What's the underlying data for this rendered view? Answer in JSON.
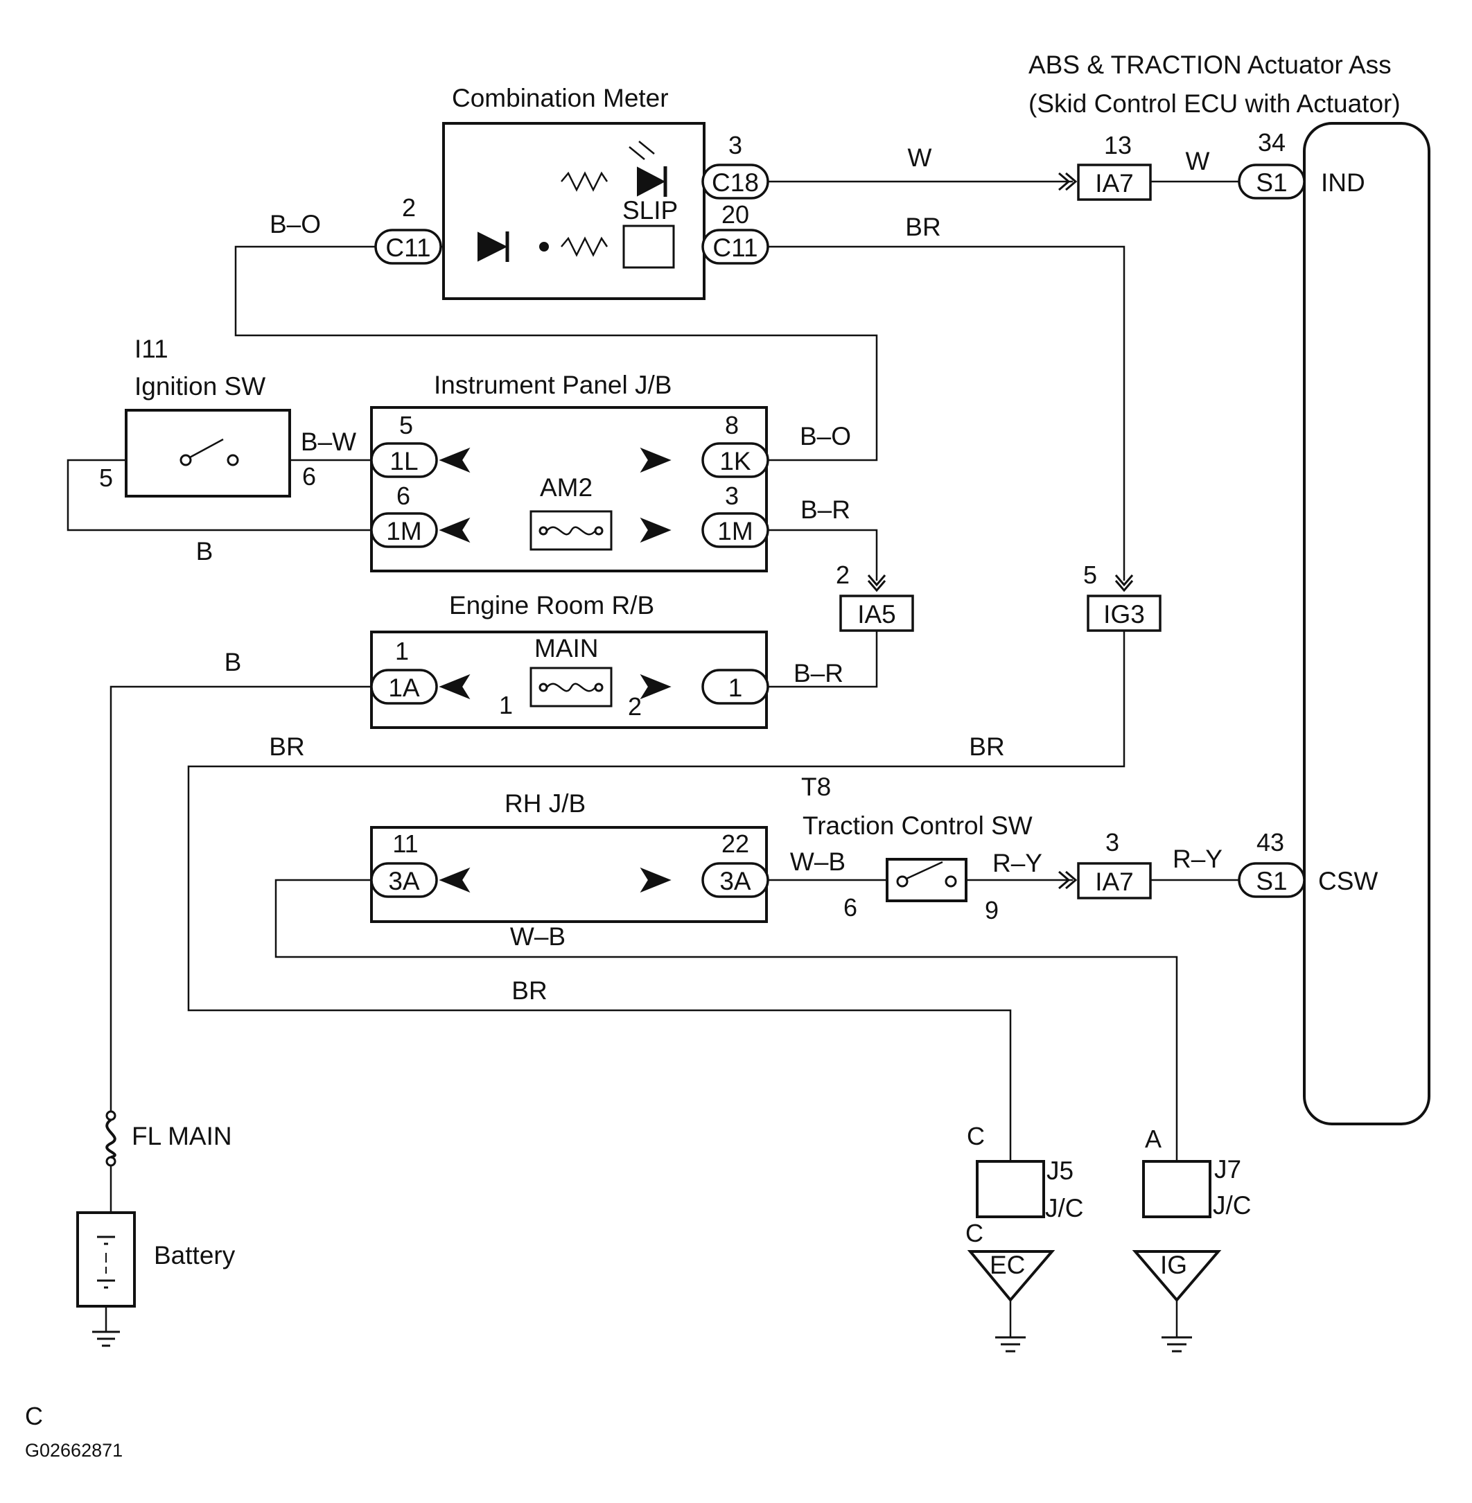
{
  "components": {
    "actuator_line1": "ABS & TRACTION Actuator Ass",
    "actuator_line2": "(Skid Control ECU with Actuator)",
    "combination_meter": "Combination Meter",
    "slip": "SLIP",
    "ignition_sw_code": "I11",
    "ignition_sw": "Ignition SW",
    "instrument_panel_jb": "Instrument Panel J/B",
    "am2": "AM2",
    "engine_room_rb": "Engine Room R/B",
    "main": "MAIN",
    "rh_jb": "RH J/B",
    "traction_sw_code": "T8",
    "traction_sw": "Traction Control SW",
    "fl_main": "FL MAIN",
    "battery": "Battery",
    "ind": "IND",
    "csw": "CSW",
    "j5": "J5",
    "j7": "J7",
    "jc": "J/C",
    "ec": "EC",
    "ig": "IG"
  },
  "connectors": {
    "c18": "C18",
    "c11_left": "C11",
    "c11_right": "C11",
    "ia7_top": "IA7",
    "s1_top": "S1",
    "j1l": "1L",
    "j1k": "1K",
    "j1m_left": "1M",
    "j1m_right": "1M",
    "ia5": "IA5",
    "ig3": "IG3",
    "j1a": "1A",
    "j1": "1",
    "j3a_left": "3A",
    "j3a_right": "3A",
    "ia7_bottom": "IA7",
    "s1_bottom": "S1"
  },
  "pins": {
    "c18": "3",
    "c11_left": "2",
    "c11_right": "20",
    "ia7_top": "13",
    "s1_top": "34",
    "ign_left": "5",
    "ign_right": "6",
    "j1l": "5",
    "j1k": "8",
    "j1m_left": "6",
    "j1m_right": "3",
    "ia5": "2",
    "ig3": "5",
    "j1a": "1",
    "main_left": "1",
    "main_right": "2",
    "j3a_left": "11",
    "j3a_right": "22",
    "tsw_left": "6",
    "tsw_right": "9",
    "ia7_bottom": "3",
    "s1_bottom": "43",
    "j5_top": "C",
    "j5_bottom": "C",
    "j7_top": "A"
  },
  "wires": {
    "w_c18": "W",
    "w_ia7": "W",
    "bo_c11": "B–O",
    "br_c11": "BR",
    "bw_ign": "B–W",
    "bo_1k": "B–O",
    "br_1m": "B–R",
    "b_ign": "B",
    "b_1a": "B",
    "br_1": "B–R",
    "br_left": "BR",
    "br_right": "BR",
    "wb_3a": "W–B",
    "ry_tsw": "R–Y",
    "ry_ia7": "R–Y",
    "wb_bottom": "W–B",
    "br_bottom": "BR"
  },
  "footer": {
    "code": "C",
    "figure_id": "G02662871"
  }
}
